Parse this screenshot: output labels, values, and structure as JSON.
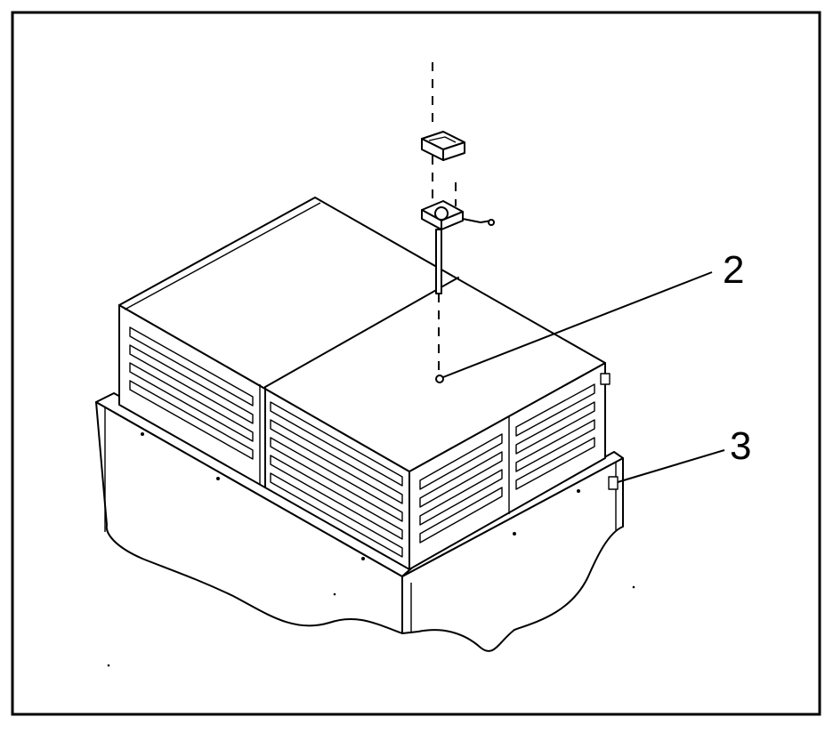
{
  "callouts": [
    {
      "id": "2",
      "label": "2"
    },
    {
      "id": "3",
      "label": "3"
    }
  ],
  "colors": {
    "line": "#000000",
    "background": "#ffffff"
  }
}
